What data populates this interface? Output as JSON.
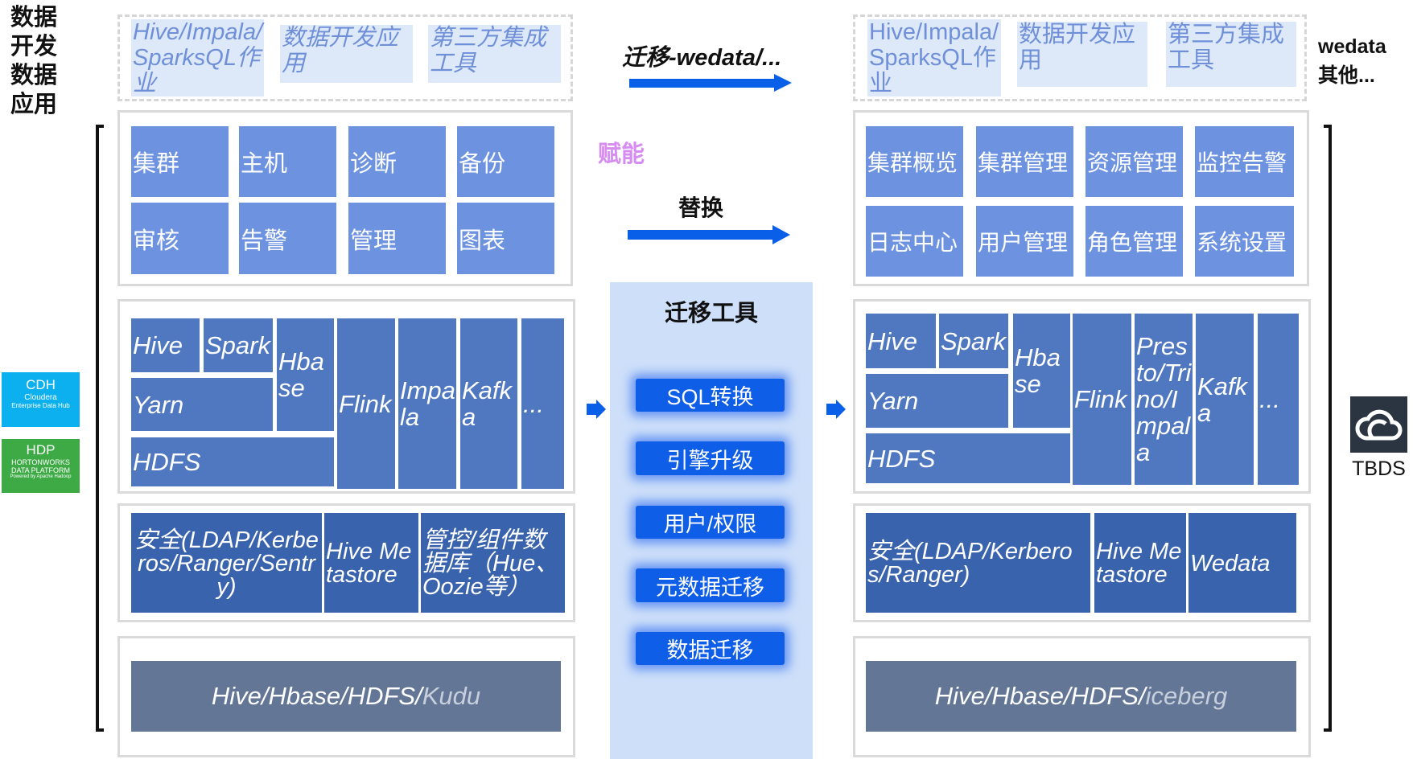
{
  "left_label": "数据\n开发\n数据\n应用",
  "logos": {
    "cdh": {
      "title": "CDH",
      "line1": "Cloudera",
      "line2": "Enterprise Data Hub",
      "color": "#0db0ee"
    },
    "hdp": {
      "title": "HDP",
      "line1": "HORTONWORKS",
      "line2": "DATA PLATFORM",
      "line3": "Powered by Apache Hadoop",
      "color": "#3daa45"
    }
  },
  "source": {
    "apps": [
      "Hive/Impala/SparksQL作业",
      "数据开发应用",
      "第三方集成工具"
    ],
    "mgmt": [
      "集群",
      "主机",
      "诊断",
      "备份",
      "审核",
      "告警",
      "管理",
      "图表"
    ],
    "engines": {
      "hive": "Hive",
      "spark": "Spark",
      "hbase": "Hbase",
      "yarn": "Yarn",
      "hdfs": "HDFS",
      "flink": "Flink",
      "impala": "Impala",
      "kafka": "Kafka",
      "more": "..."
    },
    "security": [
      "安全(LDAP/Kerberos/Ranger/Sentry)",
      "Hive Metastore",
      "管控/组件数据库（Hue、Oozie等）"
    ],
    "storage_main": "Hive/Hbase/HDFS/",
    "storage_tail": "Kudu"
  },
  "middle": {
    "migrate_label": "迁移-wedata/...",
    "empower_label": "赋能",
    "replace_label": "替换",
    "tool_title": "迁移工具",
    "tools": [
      "SQL转换",
      "引擎升级",
      "用户/权限",
      "元数据迁移",
      "数据迁移"
    ]
  },
  "target": {
    "apps": [
      "Hive/Impala/SparksQL作业",
      "数据开发应用",
      "第三方集成工具"
    ],
    "other_label": "wedata\n其他...",
    "mgmt": [
      "集群概览",
      "集群管理",
      "资源管理",
      "监控告警",
      "日志中心",
      "用户管理",
      "角色管理",
      "系统设置"
    ],
    "engines": {
      "hive": "Hive",
      "spark": "Spark",
      "hbase": "Hbase",
      "yarn": "Yarn",
      "hdfs": "HDFS",
      "flink": "Flink",
      "presto": "Presto/Trino/Impala",
      "kafka": "Kafka",
      "more": "..."
    },
    "security": [
      "安全(LDAP/Kerberos/Ranger)",
      "Hive Metastore",
      "Wedata"
    ],
    "storage_main": "Hive/Hbase/HDFS/",
    "storage_tail": "iceberg",
    "brand": "TBDS"
  },
  "colors": {
    "arrow": "#0a5fe8",
    "empower": "#d68cf0",
    "panel": "#cddff9"
  }
}
